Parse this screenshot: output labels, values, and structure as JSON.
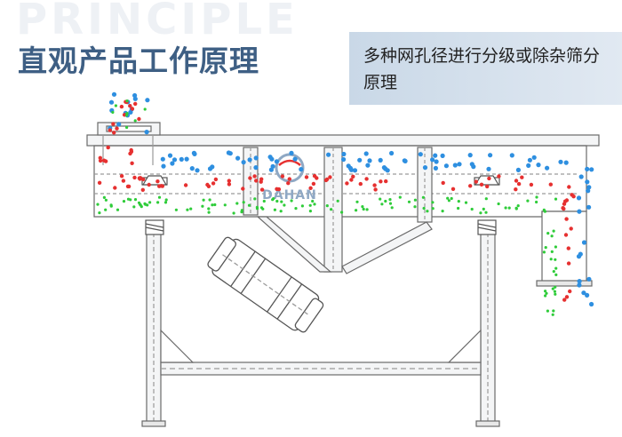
{
  "header": {
    "watermark": "PRINCIPLE",
    "title": "直观产品工作原理"
  },
  "caption": {
    "text": "多种网孔径进行分级或除杂筛分原理"
  },
  "diagram": {
    "brand": "DAHAN",
    "colors": {
      "line": "#6a6a6a",
      "frame_fill": "#f4f5f6",
      "particle_large": "#2e8fe0",
      "particle_medium": "#e63030",
      "particle_small": "#2fcc3a",
      "brand": "#8fa8c4"
    },
    "icons": [
      "vibration-motor",
      "spring-support",
      "feed-inlet",
      "discharge-outlet"
    ]
  }
}
